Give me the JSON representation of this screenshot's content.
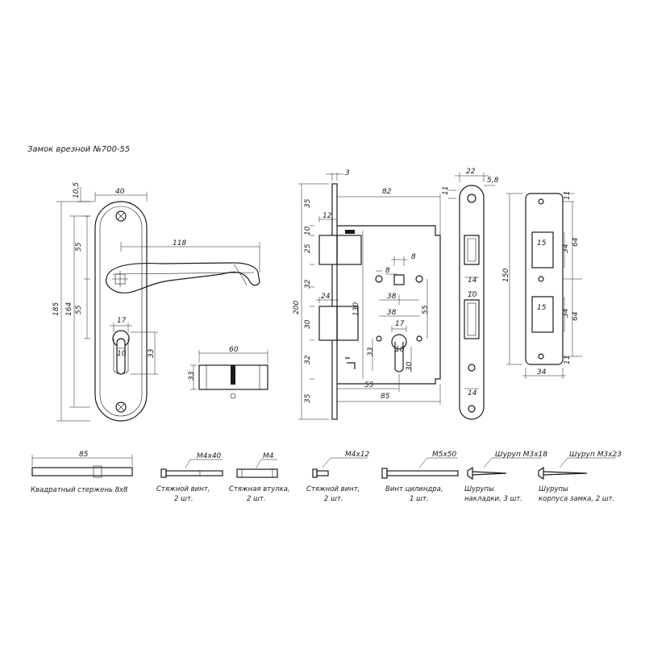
{
  "title": "Замок врезной №700-55",
  "handle": {
    "dims": [
      "10,5",
      "40",
      "118",
      "55",
      "55",
      "185",
      "164",
      "17",
      "10",
      "33"
    ]
  },
  "cylinder": {
    "dims": [
      "60",
      "33"
    ]
  },
  "lock_body": {
    "dims": [
      "3",
      "82",
      "35",
      "10",
      "12",
      "25",
      "32",
      "24",
      "30",
      "200",
      "130",
      "8",
      "8",
      "38",
      "38",
      "17",
      "55",
      "32",
      "33",
      "10",
      "30",
      "35",
      "55",
      "85"
    ]
  },
  "faceplate": {
    "dims": [
      "22",
      "5,8",
      "11",
      "14",
      "10",
      "14"
    ]
  },
  "strike": {
    "dims": [
      "11",
      "15",
      "34",
      "64",
      "150",
      "15",
      "34",
      "64",
      "11",
      "34"
    ]
  },
  "parts": [
    {
      "dim": "85",
      "label": "Квадратный стержень 8х8",
      "label2": ""
    },
    {
      "dim": "М4х40",
      "label": "Стяжной винт,",
      "label2": "2 шт."
    },
    {
      "dim": "М4",
      "label": "Стяжная втулка,",
      "label2": "2 шт."
    },
    {
      "dim": "М4х12",
      "label": "Стяжной винт,",
      "label2": "2 шт."
    },
    {
      "dim": "М5х50",
      "label": "Винт цилиндра,",
      "label2": "1 шт."
    },
    {
      "dim": "Шуруп М3х18",
      "label": "Шурупы",
      "label2": "накладки, 3 шт."
    },
    {
      "dim": "Шуруп М3х23",
      "label": "Шурупы",
      "label2": "корпуса замка, 2 шт."
    }
  ]
}
